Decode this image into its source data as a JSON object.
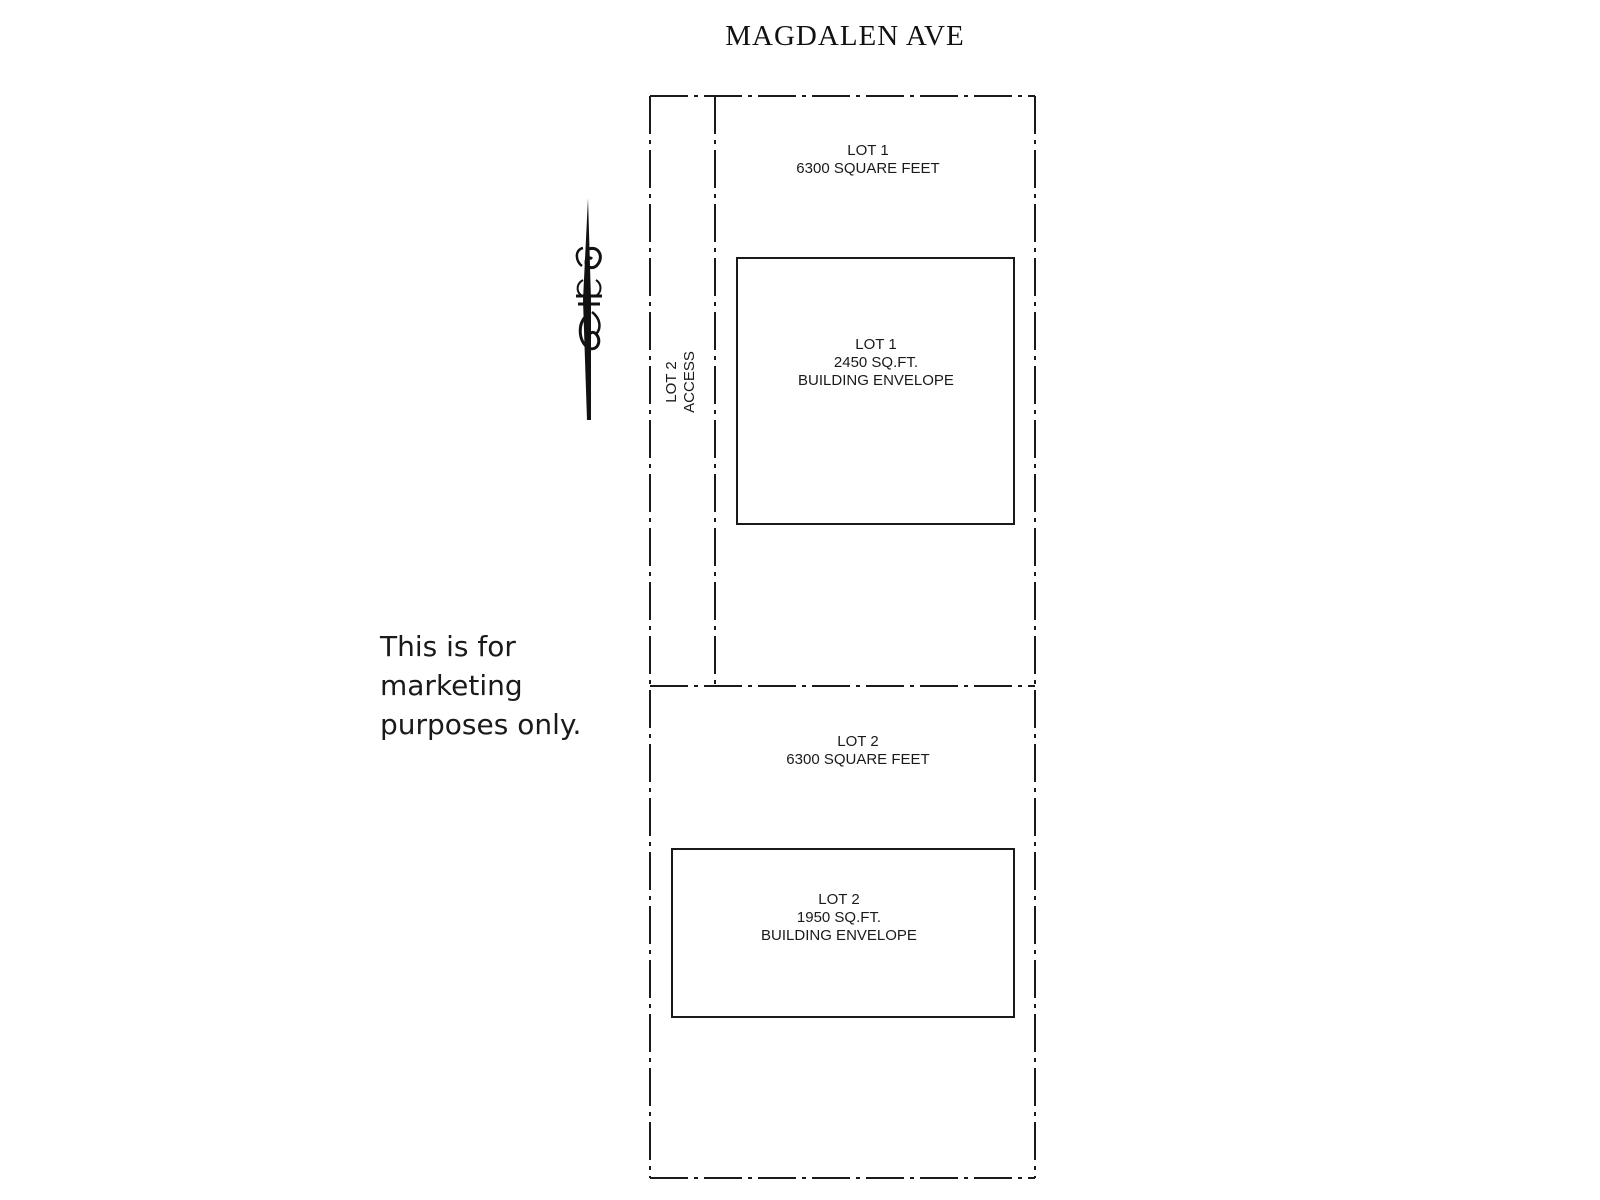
{
  "street": "MAGDALEN AVE",
  "lot1": {
    "name": "LOT 1",
    "area": "6300 SQUARE FEET",
    "envelope": {
      "name": "LOT 1",
      "area": "2450 SQ.FT.",
      "label": "BUILDING ENVELOPE"
    }
  },
  "lot2": {
    "name": "LOT 2",
    "area": "6300 SQUARE FEET",
    "envelope": {
      "name": "LOT 2",
      "area": "1950 SQ.FT.",
      "label": "BUILDING ENVELOPE"
    }
  },
  "access": {
    "line1": "LOT 2",
    "line2": "ACCESS"
  },
  "disclaimer": "This is for marketing purposes only.",
  "north_arrow_icon": "ornate-north-arrow-icon"
}
